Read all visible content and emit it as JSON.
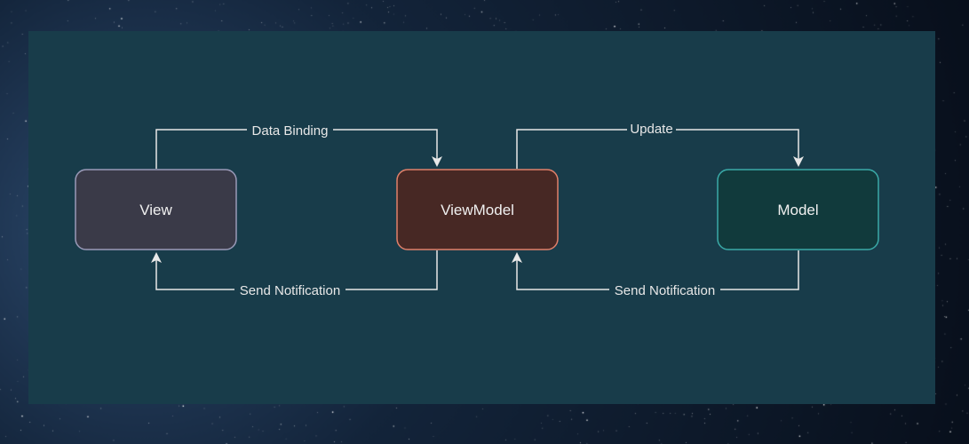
{
  "background": {
    "sky_color": "#0b1626",
    "panel_color": "#183c4a"
  },
  "diagram": {
    "nodes": {
      "view": {
        "label": "View",
        "fill": "#3a3a48",
        "stroke": "#9a9ab8"
      },
      "viewmodel": {
        "label": "ViewModel",
        "fill": "#472824",
        "stroke": "#e0806a"
      },
      "model": {
        "label": "Model",
        "fill": "#113a3c",
        "stroke": "#3aaaa8"
      }
    },
    "edges": {
      "view_to_viewmodel": {
        "label": "Data Binding"
      },
      "viewmodel_to_model": {
        "label": "Update"
      },
      "viewmodel_to_view": {
        "label": "Send Notification"
      },
      "model_to_viewmodel": {
        "label": "Send Notification"
      }
    },
    "edge_color": "#e8e8e8"
  }
}
